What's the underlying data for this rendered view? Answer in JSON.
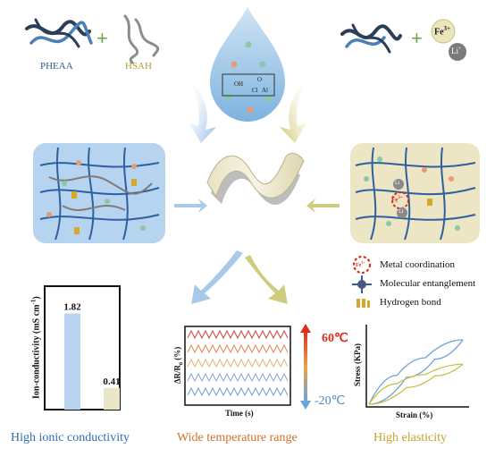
{
  "top": {
    "left_label_1": "PHEAA",
    "left_label_2": "HSAH",
    "plus": "+",
    "ion_fe": "Fe",
    "ion_fe_charge": "3+",
    "ion_li": "Li",
    "ion_li_charge": "+"
  },
  "droplet": {
    "formula_oh": "OH",
    "formula_cl": "Cl",
    "formula_al": "Al",
    "formula_o": "O"
  },
  "network_right": {
    "fe_label": "Fe",
    "fe_charge": "3+",
    "li_label": "Li"
  },
  "legend": {
    "metal_label": "Metal coordination",
    "entangle_label": "Molecular entanglement",
    "hbond_label": "Hydrogen bond",
    "fe_symbol": "Fe",
    "fe_charge": "3+"
  },
  "panels": {
    "conductivity_caption": "High ionic conductivity",
    "temperature_caption": "Wide temperature range",
    "elasticity_caption": "High elasticity"
  },
  "conductivity_chart": {
    "ylabel": "Ion-conductivity (mS cm",
    "ylabel_sup": "-1",
    "ylabel_close": ")"
  },
  "temperature_chart": {
    "xlabel": "Time (s)",
    "ylabel_main": "ΔR/R",
    "ylabel_sub": "0",
    "ylabel_unit": " (%)",
    "temp_high": "60℃",
    "temp_low": "-20℃"
  },
  "stress_chart": {
    "xlabel": "Strain (%)",
    "ylabel": "Stress (KPa)"
  },
  "chart_data": [
    {
      "type": "bar",
      "categories": [
        "",
        ""
      ],
      "values": [
        1.82,
        0.41
      ],
      "data_labels": [
        "1.82",
        "0.41"
      ],
      "colors": [
        "#b9d4ee",
        "#e9e6c8"
      ],
      "ylim": [
        0,
        2.2
      ]
    },
    {
      "type": "line",
      "series": [
        {
          "values": [
            0,
            1,
            0,
            1,
            0,
            1,
            0,
            1,
            0,
            1,
            0,
            1,
            0,
            1,
            0,
            1,
            0,
            1,
            0,
            1,
            0,
            1,
            0,
            1,
            0,
            1,
            0,
            1,
            0
          ],
          "color": "#d9423a"
        },
        {
          "values": [
            0,
            1,
            0,
            1,
            0,
            1,
            0,
            1,
            0,
            1,
            0,
            1,
            0,
            1,
            0,
            1,
            0,
            1,
            0,
            1,
            0,
            1,
            0,
            1,
            0,
            1,
            0,
            1,
            0
          ],
          "color": "#e6894a"
        },
        {
          "values": [
            0,
            1,
            0,
            1,
            0,
            1,
            0,
            1,
            0,
            1,
            0,
            1,
            0,
            1,
            0,
            1,
            0,
            1,
            0,
            1,
            0,
            1,
            0,
            1,
            0,
            1,
            0,
            1,
            0
          ],
          "color": "#e6b870"
        },
        {
          "values": [
            0,
            1,
            0,
            1,
            0,
            1,
            0,
            1,
            0,
            1,
            0,
            1,
            0,
            1,
            0,
            1,
            0,
            1,
            0,
            1,
            0,
            1,
            0,
            1,
            0,
            1,
            0,
            1,
            0
          ],
          "color": "#8aa7cf"
        },
        {
          "values": [
            0,
            1,
            0,
            1,
            0,
            1,
            0,
            1,
            0,
            1,
            0,
            1,
            0,
            1,
            0,
            1,
            0,
            1,
            0,
            1,
            0,
            1,
            0,
            1,
            0,
            1,
            0,
            1,
            0
          ],
          "color": "#6fa0d6"
        }
      ]
    },
    {
      "type": "line",
      "series": [
        {
          "x": [
            0,
            0.3,
            0.6,
            1.0
          ],
          "y": [
            0,
            0.45,
            0.72,
            1.0
          ],
          "color": "#6fa2d4"
        },
        {
          "x": [
            1.0,
            0.7,
            0.4,
            0.0
          ],
          "y": [
            1.0,
            0.7,
            0.42,
            0.0
          ],
          "color": "#6fa2d4"
        },
        {
          "x": [
            0,
            0.3,
            0.6,
            1.0
          ],
          "y": [
            0,
            0.32,
            0.46,
            0.62
          ],
          "color": "#c7c04c"
        },
        {
          "x": [
            1.0,
            0.7,
            0.4,
            0.0
          ],
          "y": [
            0.62,
            0.44,
            0.26,
            0.0
          ],
          "color": "#c7c04c"
        }
      ]
    }
  ],
  "colors": {
    "blue_text": "#2f6db3",
    "orange_text": "#d4702a",
    "yellow_text": "#c9a227",
    "red_hot": "#d9301f",
    "blue_cold": "#4a86c6"
  }
}
